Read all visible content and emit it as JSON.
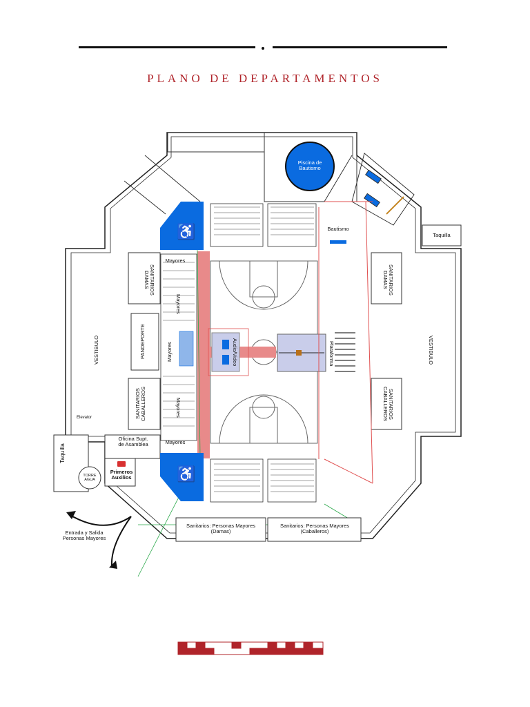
{
  "header": {
    "title": "PLANO DE DEPARTAMENTOS"
  },
  "labels": {
    "piscina": "Piscina de Bautismo",
    "taquilla_right": "Taquilla",
    "taquilla_left": "Taquilla",
    "bautismo": "Bautismo",
    "mayores_top": "Mayores",
    "mayores_side_1": "Mayores",
    "mayores_side_2": "Mayores",
    "mayores_side_3": "Mayores",
    "mayores_bottom": "Mayores",
    "sanitarios_damas_left": "SANITARIOS DAMAS",
    "sanitarios_damas_right": "SANITARIOS DAMAS",
    "sanitarios_caballeros_left": "SANITARIOS CABALLEROS",
    "sanitarios_caballeros_right": "SANITARIOS CABALLEROS",
    "panderote": "PANDEPORTE",
    "vestibulo_left": "VESTIBULO",
    "vestibulo_right": "VESTIBULO",
    "audio_video": "Audio/Video",
    "plataforma": "Plataforma",
    "elevator": "Elevator",
    "oficina": "Oficina Supt. de Asamblea",
    "primeros_auxilios": "Primeros Auxilios",
    "torre_agua": "TORRE AGUA",
    "entrada_salida": "Entrada y Salida Personas Mayores",
    "sanitarios_mayores_damas": "Sanitarios: Personas Mayores (Damas)",
    "sanitarios_mayores_caballeros": "Sanitarios: Personas Mayores (Caballeros)"
  },
  "colors": {
    "accent_red": "#b0242a",
    "pool_blue": "#0a6be0",
    "access_blue": "#0a6be0",
    "aisle_pink": "#e88a8a",
    "platform_lavender": "#c9cdea"
  },
  "icons": {
    "wheelchair": "wheelchair-icon",
    "first_aid": "first-aid-icon"
  }
}
